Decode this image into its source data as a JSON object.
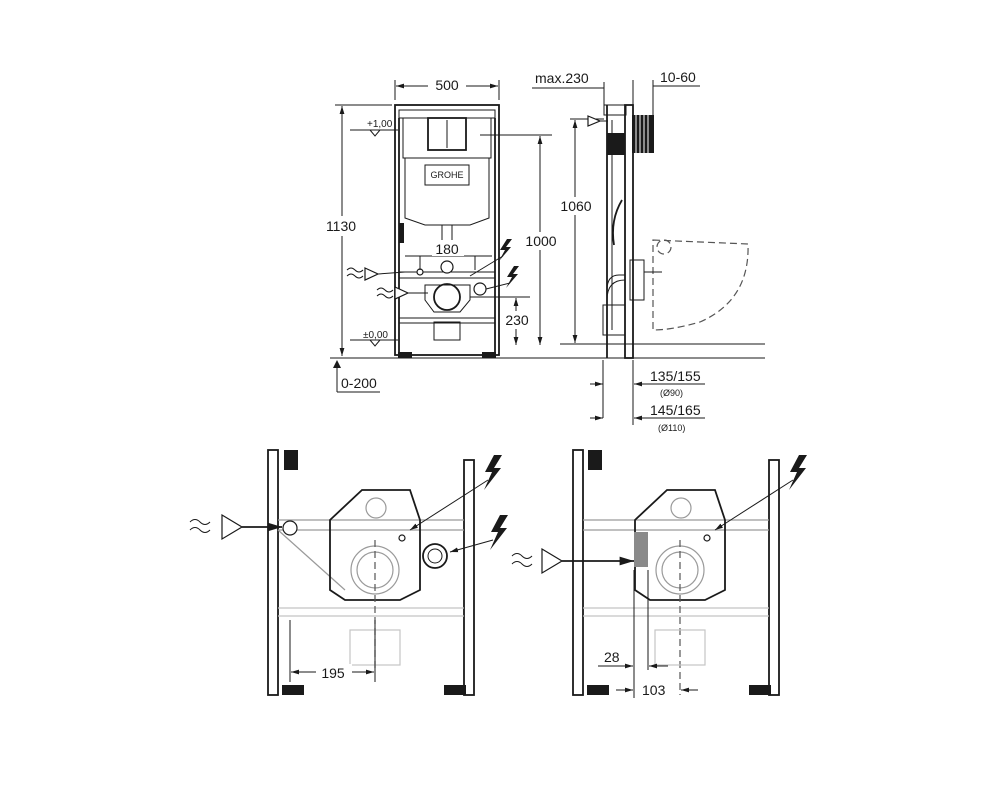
{
  "brand": "GROHE",
  "dimensions": {
    "frame_width": "500",
    "frame_height": "1130",
    "support_height": "1000",
    "side_height": "1060",
    "pipe_spacing": "180",
    "drain_height": "230",
    "level_top": "+1,00",
    "level_zero": "±0,00",
    "floor_adjust": "0-200",
    "depth_max": "max.230",
    "wall_depth": "10-60",
    "drain_offset_90": "135/155",
    "pipe_90": "(Ø90)",
    "drain_offset_110": "145/165",
    "pipe_110": "(Ø110)",
    "water_inlet_offset": "195",
    "side_inlet_offset": "28",
    "side_drain_offset": "103"
  }
}
